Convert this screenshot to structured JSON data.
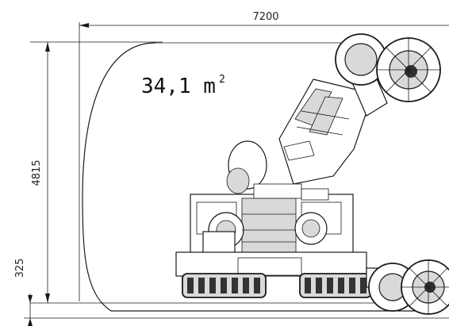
{
  "dimensions": {
    "width": "7200",
    "height": "4815",
    "ground_clearance": "325"
  },
  "area": {
    "value": "34,1 m",
    "superscript": "2"
  }
}
